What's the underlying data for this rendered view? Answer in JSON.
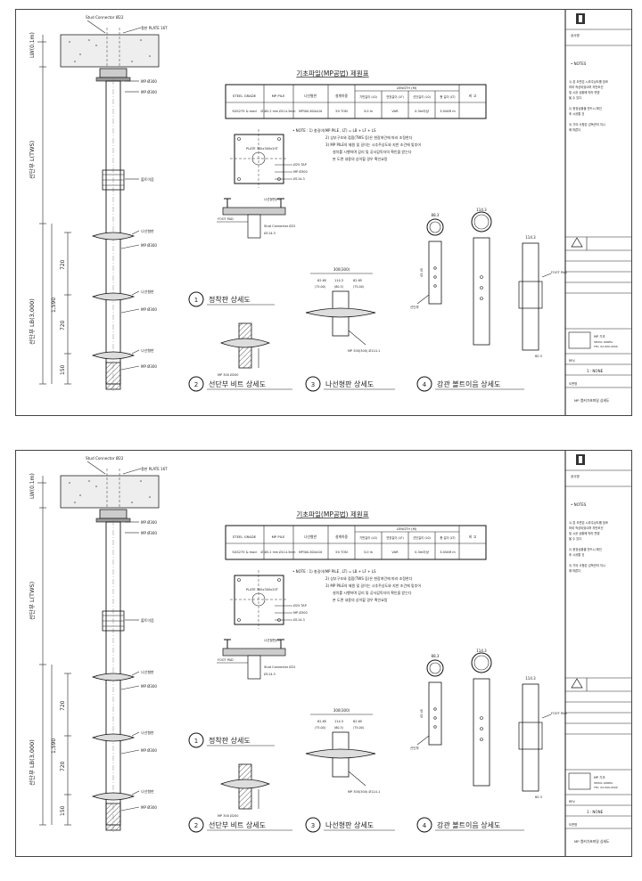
{
  "sheets": [
    {
      "labels": {
        "stud_top": "Stud Connector Ø22",
        "head_label": "철판 PLATE 16T",
        "lw": "LW(0.1m)",
        "pile_len": "선단부 L(TWS)",
        "lb": "선단부 LB(3,000)",
        "d1": "720",
        "d2": "720",
        "d3": "1,590",
        "d4": "150",
        "bolt": "볼트이음",
        "spiral": "나선형판",
        "mp1": "MP Ø300",
        "mp2": "MP Ø300",
        "tip_label": "나선형판",
        "mp3": "MP Ø300"
      },
      "table": {
        "title": "기초파일(MP공법) 제원표",
        "length_header": "LENGTH (M)",
        "headers": [
          "STEEL GRADE",
          "MP PILE",
          "나선형판",
          "설계하중",
          "기반길이 (L0)",
          "연장길이 (LF)",
          "선단길이 (L0)",
          "총 길이 (LT)",
          "비 고"
        ],
        "row": [
          "SGS275 & mod",
          "Ø165.2 mm Ø114.3mm",
          "MP300-300x10t",
          "50 TON",
          "3.0 m",
          "VAR",
          "0.3m이상",
          "3.0VAR m",
          ""
        ]
      },
      "notes": [
        "• NOTE : 1) 총길이(MP PILE , LT) = LB + LF + LS",
        "2) 상부구조와 접합(TWS 등)은 현장여건에 따라 조정한다",
        "3) MP PILE의 제원 및 길이는 시추주상도와 지반 조건에 맞추어",
        "설치를 시행하며 감리 및 공사감독자의 확인을 받는다",
        "본 도면 내용의 상이할 경우 확인요망"
      ],
      "details": {
        "plate_small": "PLATE 300x300x20T",
        "d1_a": "Ø25 TAP",
        "d1_b": "MP Ø300",
        "d1_c": "Ø114.3",
        "d1_d": "FOOT PAD",
        "d1_e": "나선형판(PL)",
        "d1_f": "Ø114.3",
        "stud2": "Stud Connector Ø22",
        "d3_dim": "300(300)",
        "d3_a": "62.65",
        "d3_b": "114.3",
        "d3_c": "62.65",
        "d3_d": "(75.00)",
        "d3_e": "(80.3)",
        "d3_f": "(75.00)",
        "d3_label": "MP 300(300) Ø114.1",
        "d4_a": "88.3",
        "d4_b": "114.3",
        "d4_c": "114.3",
        "d4_d": "60.3",
        "d4_e": "FOOT PAD",
        "d4_f": "45.45",
        "d4_g": "선단부",
        "d2_label": "MP 300 Ø200"
      },
      "titles": [
        {
          "num": "1",
          "text": "정착판 상세도"
        },
        {
          "num": "2",
          "text": "선단부 비트 상세도"
        },
        {
          "num": "3",
          "text": "나선형판 상세도"
        },
        {
          "num": "4",
          "text": "강관 볼트이음 상세도"
        }
      ],
      "title_block": {
        "project": "공사명",
        "notes_head": "• NOTES",
        "notes": [
          "1) 본 도면은 시추주상도를 참조",
          "하여 작성되었으며 지반조건",
          "및 시공 상황에 따라 변경",
          "될 수 있다",
          "2) 현장상황을 반드시 확인",
          "후 시공할 것",
          "3) 기타 사항은 감독관의 지시",
          "에 따른다"
        ],
        "company": "MP 기초",
        "address": "SEOUL KOREA",
        "tel": "TEL. 02-000-0000",
        "drawing_label": "도면명",
        "drawing_title": "MP 앵커기초파일 상세도",
        "scale": "1 : NONE",
        "rev": "REV."
      }
    },
    {
      "labels": {
        "stud_top": "Stud Connector Ø22",
        "head_label": "철판 PLATE 16T",
        "lw": "LW(0.1m)",
        "pile_len": "선단부 L(TWS)",
        "lb": "선단부 LB(3,000)",
        "d1": "720",
        "d2": "720",
        "d3": "1,590",
        "d4": "150",
        "bolt": "볼트이음",
        "spiral": "나선형판",
        "mp1": "MP Ø300",
        "mp2": "MP Ø300",
        "tip_label": "나선형판",
        "mp3": "MP Ø300"
      },
      "table": {
        "title": "기초파일(MP공법) 제원표",
        "length_header": "LENGTH (M)",
        "headers": [
          "STEEL GRADE",
          "MP PILE",
          "나선형판",
          "설계하중",
          "기반길이 (L0)",
          "연장길이 (LF)",
          "선단길이 (L0)",
          "총 길이 (LT)",
          "비 고"
        ],
        "row": [
          "SGS275 & mod",
          "Ø165.2 mm Ø114.3mm",
          "MP300-300x10t",
          "50 TON",
          "3.0 m",
          "VAR",
          "0.3m이상",
          "3.0VAR m",
          ""
        ]
      },
      "notes": [
        "• NOTE : 1) 총길이(MP PILE , LT) = LB + LF + LS",
        "2) 상부구조와 접합(TWS 등)은 현장여건에 따라 조정한다",
        "3) MP PILE의 제원 및 길이는 시추주상도와 지반 조건에 맞추어",
        "설치를 시행하며 감리 및 공사감독자의 확인을 받는다",
        "본 도면 내용의 상이할 경우 확인요망"
      ],
      "details": {
        "plate_small": "PLATE 300x300x20T",
        "d1_a": "Ø25 TAP",
        "d1_b": "MP Ø300",
        "d1_c": "Ø114.3",
        "d1_d": "FOOT PAD",
        "d1_e": "나선형판(PL)",
        "d1_f": "Ø114.3",
        "stud2": "Stud Connector Ø22",
        "d3_dim": "300(300)",
        "d3_a": "62.65",
        "d3_b": "114.3",
        "d3_c": "62.65",
        "d3_d": "(75.00)",
        "d3_e": "(80.3)",
        "d3_f": "(75.00)",
        "d3_label": "MP 300(300) Ø114.1",
        "d4_a": "88.3",
        "d4_b": "114.3",
        "d4_c": "114.3",
        "d4_d": "60.3",
        "d4_e": "FOOT PAD",
        "d4_f": "45.45",
        "d4_g": "선단부",
        "d2_label": "MP 300 Ø200"
      },
      "titles": [
        {
          "num": "1",
          "text": "정착판 상세도"
        },
        {
          "num": "2",
          "text": "선단부 비트 상세도"
        },
        {
          "num": "3",
          "text": "나선형판 상세도"
        },
        {
          "num": "4",
          "text": "강관 볼트이음 상세도"
        }
      ],
      "title_block": {
        "project": "공사명",
        "notes_head": "• NOTES",
        "notes": [
          "1) 본 도면은 시추주상도를 참조",
          "하여 작성되었으며 지반조건",
          "및 시공 상황에 따라 변경",
          "될 수 있다",
          "2) 현장상황을 반드시 확인",
          "후 시공할 것",
          "3) 기타 사항은 감독관의 지시",
          "에 따른다"
        ],
        "company": "MP 기초",
        "address": "SEOUL KOREA",
        "tel": "TEL. 02-000-0000",
        "drawing_label": "도면명",
        "drawing_title": "MP 앵커기초파일 상세도",
        "scale": "1 : NONE",
        "rev": "REV."
      }
    }
  ]
}
